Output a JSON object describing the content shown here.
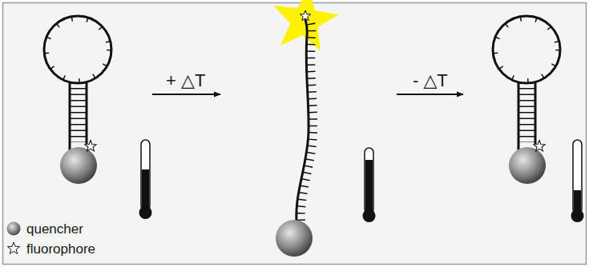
{
  "diagram": {
    "labels": [
      "+ △T",
      "- △T"
    ],
    "legend": [
      {
        "text": "quencher"
      },
      {
        "text": "fluorophore"
      }
    ]
  }
}
